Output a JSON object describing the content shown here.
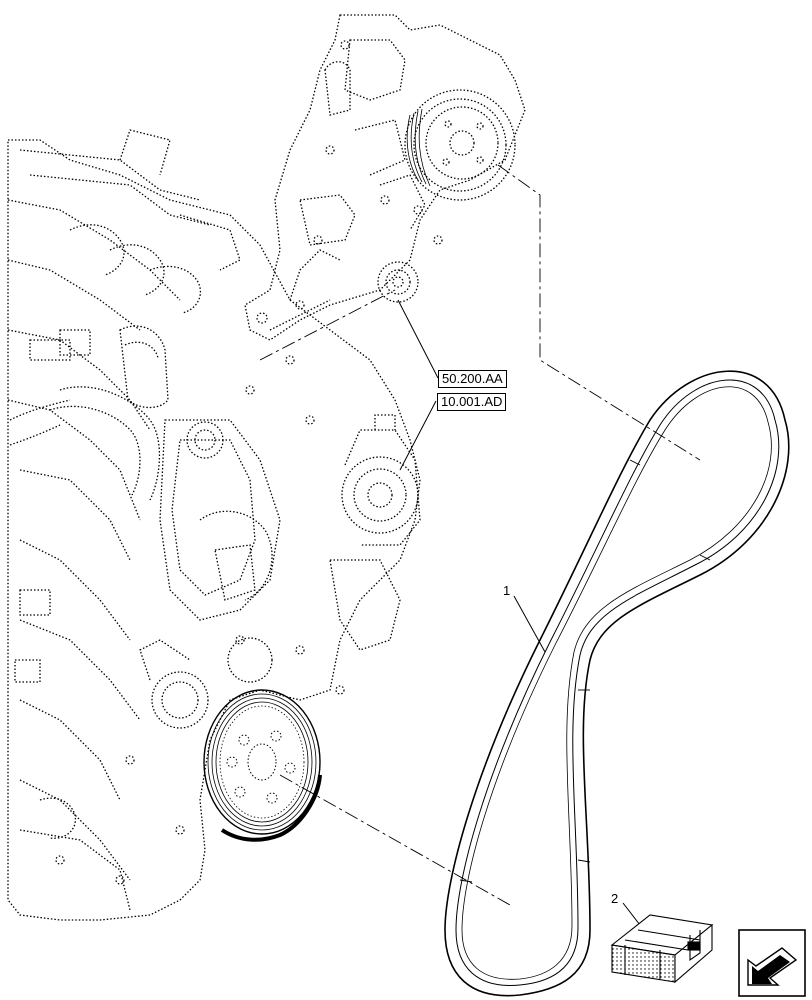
{
  "references": [
    {
      "id": "ref-50-200-aa",
      "label": "50.200.AA"
    },
    {
      "id": "ref-10-001-ad",
      "label": "10.001.AD"
    }
  ],
  "callouts": [
    {
      "number": "1",
      "part": "drive-belt"
    },
    {
      "number": "2",
      "part": "kit-box"
    }
  ],
  "icons": {
    "navigation": "arrow-nav-icon"
  },
  "colors": {
    "line": "#000000",
    "background": "#ffffff"
  }
}
